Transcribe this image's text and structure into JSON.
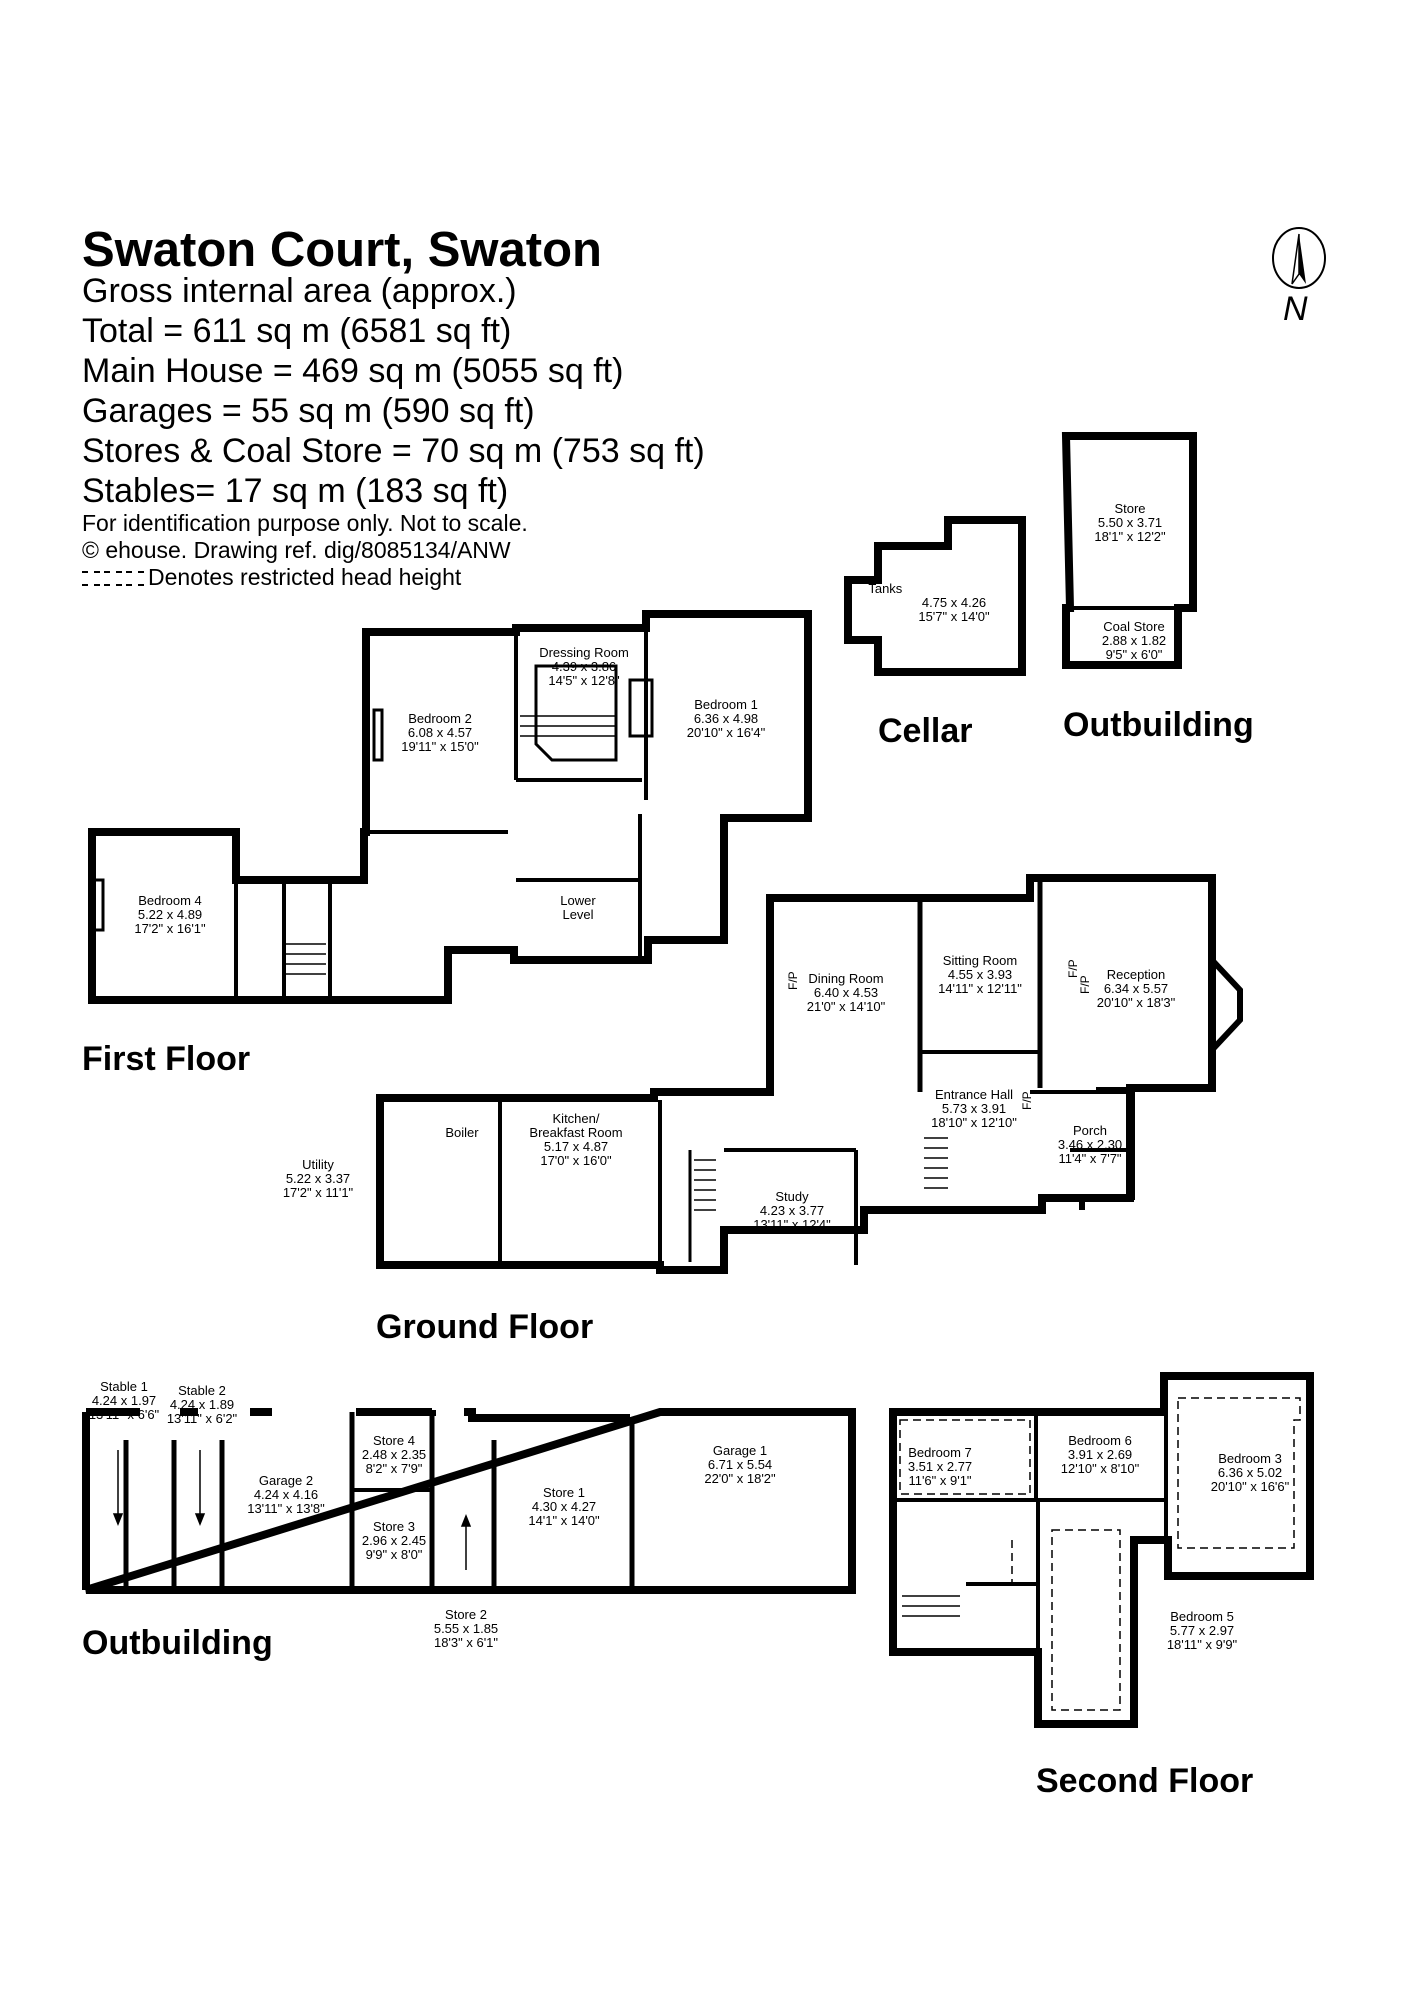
{
  "header": {
    "title": "Swaton Court, Swaton",
    "gia": "Gross internal area (approx.)",
    "total": "Total = 611 sq m (6581 sq ft)",
    "main_house": "Main House = 469 sq m (5055 sq ft)",
    "garages": "Garages = 55 sq m (590 sq ft)",
    "stores": "Stores & Coal Store = 70 sq m (753 sq ft)",
    "stables": "Stables= 17 sq m (183 sq ft)",
    "note": "For identification purpose only. Not to scale.",
    "copyright": "© ehouse. Drawing ref. dig/8085134/ANW",
    "legend": "Denotes restricted head height"
  },
  "north": "N",
  "floors": {
    "cellar": "Cellar",
    "outbuilding_top": "Outbuilding",
    "first": "First Floor",
    "ground": "Ground Floor",
    "outbuilding_bottom": "Outbuilding",
    "second": "Second Floor"
  },
  "rooms": {
    "store_top": {
      "name": "Store",
      "metric": "5.50 x 3.71",
      "imperial": "18'1\" x 12'2\""
    },
    "coal_store": {
      "name": "Coal Store",
      "metric": "2.88 x 1.82",
      "imperial": "9'5\" x 6'0\""
    },
    "tanks": {
      "name": "Tanks",
      "metric": "4.75 x 4.26",
      "imperial": "15'7\" x 14'0\""
    },
    "bedroom2": {
      "name": "Bedroom 2",
      "metric": "6.08 x 4.57",
      "imperial": "19'11\" x 15'0\""
    },
    "dressing": {
      "name": "Dressing Room",
      "metric": "4.39 x 3.86",
      "imperial": "14'5\" x 12'8\""
    },
    "bedroom1": {
      "name": "Bedroom 1",
      "metric": "6.36 x 4.98",
      "imperial": "20'10\" x 16'4\""
    },
    "bedroom4": {
      "name": "Bedroom 4",
      "metric": "5.22 x 4.89",
      "imperial": "17'2\" x 16'1\""
    },
    "lower_level": {
      "line1": "Lower",
      "line2": "Level"
    },
    "dining": {
      "name": "Dining Room",
      "metric": "6.40 x 4.53",
      "imperial": "21'0\" x 14'10\""
    },
    "sitting": {
      "name": "Sitting Room",
      "metric": "4.55 x 3.93",
      "imperial": "14'11\" x 12'11\""
    },
    "reception": {
      "name": "Reception",
      "metric": "6.34 x 5.57",
      "imperial": "20'10\" x 18'3\""
    },
    "entrance": {
      "name": "Entrance Hall",
      "metric": "5.73 x 3.91",
      "imperial": "18'10\" x 12'10\""
    },
    "porch": {
      "name": "Porch",
      "metric": "3.46 x 2.30",
      "imperial": "11'4\" x 7'7\""
    },
    "kitchen": {
      "name": "Kitchen/",
      "name2": "Breakfast Room",
      "metric": "5.17 x 4.87",
      "imperial": "17'0\" x 16'0\""
    },
    "boiler": {
      "name": "Boiler"
    },
    "utility": {
      "name": "Utility",
      "metric": "5.22 x 3.37",
      "imperial": "17'2\" x 11'1\""
    },
    "study": {
      "name": "Study",
      "metric": "4.23 x 3.77",
      "imperial": "13'11\" x 12'4\""
    },
    "stable1": {
      "name": "Stable 1",
      "metric": "4.24 x 1.97",
      "imperial": "13'11\" x 6'6\""
    },
    "stable2": {
      "name": "Stable 2",
      "metric": "4.24 x 1.89",
      "imperial": "13'11\" x 6'2\""
    },
    "garage2": {
      "name": "Garage 2",
      "metric": "4.24 x 4.16",
      "imperial": "13'11\" x 13'8\""
    },
    "store4": {
      "name": "Store 4",
      "metric": "2.48 x 2.35",
      "imperial": "8'2\" x 7'9\""
    },
    "store3": {
      "name": "Store 3",
      "metric": "2.96 x 2.45",
      "imperial": "9'9\" x 8'0\""
    },
    "store2": {
      "name": "Store 2",
      "metric": "5.55 x 1.85",
      "imperial": "18'3\" x 6'1\""
    },
    "store1": {
      "name": "Store 1",
      "metric": "4.30 x 4.27",
      "imperial": "14'1\" x 14'0\""
    },
    "garage1": {
      "name": "Garage 1",
      "metric": "6.71 x 5.54",
      "imperial": "22'0\" x 18'2\""
    },
    "bedroom7": {
      "name": "Bedroom 7",
      "metric": "3.51 x 2.77",
      "imperial": "11'6\" x 9'1\""
    },
    "bedroom6": {
      "name": "Bedroom 6",
      "metric": "3.91 x 2.69",
      "imperial": "12'10\" x 8'10\""
    },
    "bedroom3": {
      "name": "Bedroom 3",
      "metric": "6.36 x 5.02",
      "imperial": "20'10\" x 16'6\""
    },
    "bedroom5": {
      "name": "Bedroom 5",
      "metric": "5.77 x 2.97",
      "imperial": "18'11\" x 9'9\""
    }
  },
  "fp": "F/P"
}
